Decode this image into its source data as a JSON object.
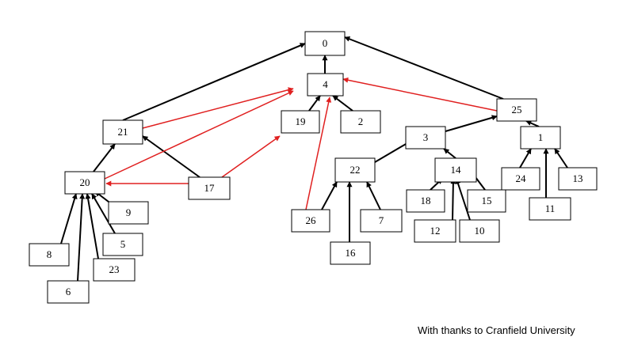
{
  "credit": "With thanks to Cranfield University",
  "colors": {
    "black_edge": "#000000",
    "red_edge": "#e02020",
    "node_border": "#000000"
  },
  "nodes": [
    "0",
    "4",
    "25",
    "19",
    "2",
    "21",
    "3",
    "1",
    "22",
    "14",
    "24",
    "13",
    "20",
    "17",
    "18",
    "15",
    "11",
    "9",
    "26",
    "7",
    "12",
    "10",
    "5",
    "8",
    "16",
    "23",
    "6"
  ],
  "edges": [
    {
      "from": "4",
      "to": "0",
      "color": "black"
    },
    {
      "from": "21",
      "to": "0",
      "color": "black"
    },
    {
      "from": "25",
      "to": "0",
      "color": "black"
    },
    {
      "from": "19",
      "to": "4",
      "color": "black"
    },
    {
      "from": "2",
      "to": "4",
      "color": "black"
    },
    {
      "from": "3",
      "to": "25",
      "color": "black"
    },
    {
      "from": "1",
      "to": "25",
      "color": "black"
    },
    {
      "from": "20",
      "to": "21",
      "color": "black"
    },
    {
      "from": "17",
      "to": "21",
      "color": "black"
    },
    {
      "from": "22",
      "to": "3",
      "color": "black"
    },
    {
      "from": "14",
      "to": "3",
      "color": "black"
    },
    {
      "from": "24",
      "to": "1",
      "color": "black"
    },
    {
      "from": "11",
      "to": "1",
      "color": "black"
    },
    {
      "from": "13",
      "to": "1",
      "color": "black"
    },
    {
      "from": "8",
      "to": "20",
      "color": "black"
    },
    {
      "from": "6",
      "to": "20",
      "color": "black"
    },
    {
      "from": "23",
      "to": "20",
      "color": "black"
    },
    {
      "from": "5",
      "to": "20",
      "color": "black"
    },
    {
      "from": "9",
      "to": "20",
      "color": "black"
    },
    {
      "from": "26",
      "to": "22",
      "color": "black"
    },
    {
      "from": "16",
      "to": "22",
      "color": "black"
    },
    {
      "from": "7",
      "to": "22",
      "color": "black"
    },
    {
      "from": "18",
      "to": "14",
      "color": "black"
    },
    {
      "from": "12",
      "to": "14",
      "color": "black"
    },
    {
      "from": "10",
      "to": "14",
      "color": "black"
    },
    {
      "from": "15",
      "to": "14",
      "color": "black"
    },
    {
      "from": "25",
      "to": "4",
      "color": "red"
    },
    {
      "from": "21",
      "to": "4",
      "color": "red"
    },
    {
      "from": "20",
      "to": "4",
      "color": "red"
    },
    {
      "from": "17",
      "to": "19",
      "color": "red"
    },
    {
      "from": "26",
      "to": "4",
      "color": "red"
    },
    {
      "from": "17",
      "to": "20",
      "color": "red"
    }
  ]
}
